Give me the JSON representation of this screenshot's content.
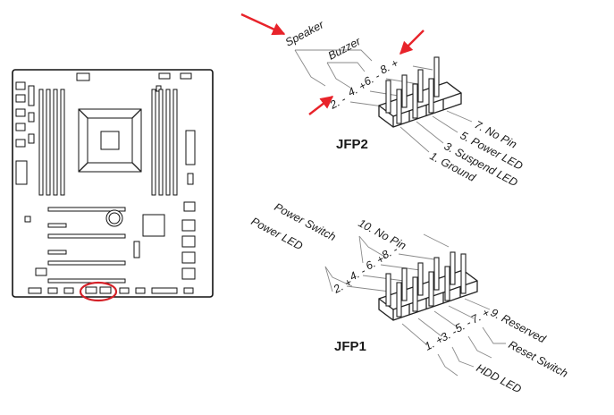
{
  "jfp2": {
    "title": "JFP2",
    "labels": {
      "speaker": "Speaker",
      "buzzer": "Buzzer",
      "pin8": "8. +",
      "pin6": "6. -",
      "pin4": "4. +",
      "pin2": "2. -",
      "pin7": "7. No Pin",
      "pin5": "5. Power LED",
      "pin3": "3. Suspend LED",
      "pin1": "1. Ground"
    }
  },
  "jfp1": {
    "title": "JFP1",
    "labels": {
      "power_switch": "Power Switch",
      "power_led": "Power LED",
      "pin10": "10. No Pin",
      "pin8": "8. -",
      "pin6": "6. +",
      "pin4": "4. -",
      "pin2": "2. +",
      "pin9": "9. Reserved",
      "pin7": "7. +",
      "pin5": "5. -",
      "pin3": "3. -",
      "pin1": "1. +",
      "reset_switch": "Reset Switch",
      "hdd_led": "HDD LED"
    }
  },
  "colors": {
    "arrow": "#e8232a",
    "highlight": "#d42027",
    "line": "#8a8a8a",
    "outline": "#111111"
  }
}
